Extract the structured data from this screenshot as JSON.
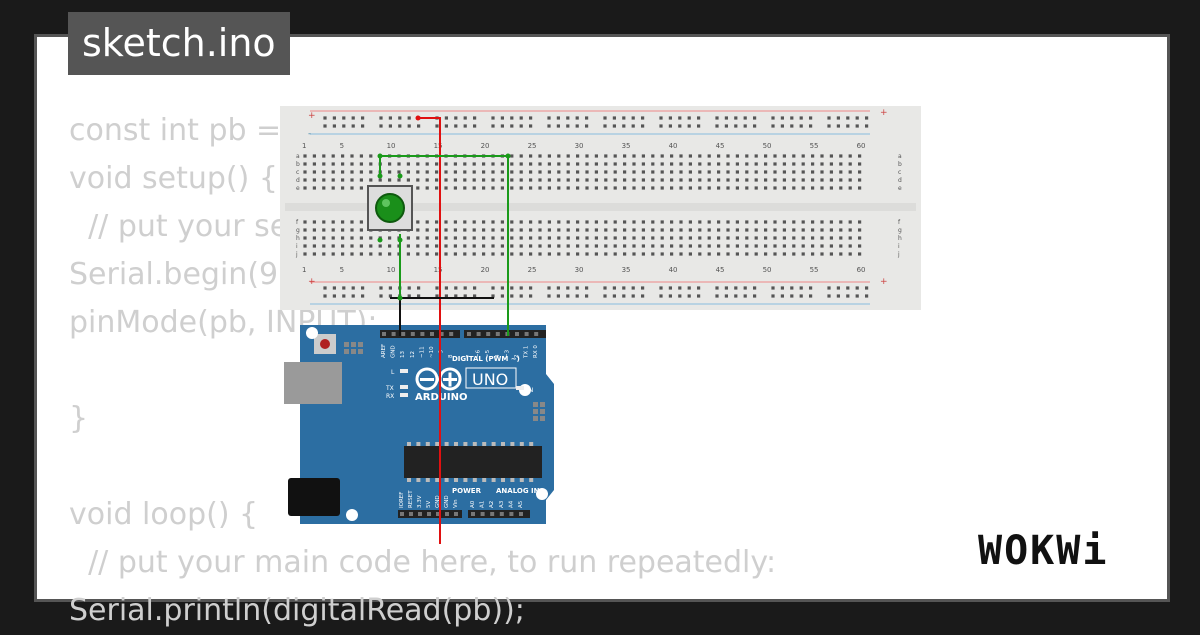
{
  "tab": {
    "title": "sketch.ino"
  },
  "code": {
    "lines": [
      "const int pb =3",
      "void setup() {",
      "  // put your se",
      "Serial.begin(96",
      "pinMode(pb, INPUT);",
      "",
      "}",
      "",
      "void loop() {",
      "  // put your main code here, to run repeatedly:",
      "Serial.println(digitalRead(pb));"
    ]
  },
  "breadboard": {
    "column_numbers": [
      "1",
      "5",
      "10",
      "15",
      "20",
      "25",
      "30",
      "35",
      "40",
      "45",
      "50",
      "55",
      "60"
    ],
    "rows_top": [
      "a",
      "b",
      "c",
      "d",
      "e"
    ],
    "rows_bottom": [
      "f",
      "g",
      "h",
      "i",
      "j"
    ],
    "rail_plus": "+",
    "rail_minus": "-"
  },
  "arduino": {
    "brand": "ARDUINO",
    "model": "UNO",
    "digital_label": "DIGITAL (PWM ~)",
    "power_label": "POWER",
    "analog_label": "ANALOG IN",
    "on_label": "ON",
    "l_label": "L",
    "tx_label": "TX",
    "rx_label": "RX",
    "top_pins": [
      "AREF",
      "GND",
      "13",
      "12",
      "~11",
      "~10",
      "~9",
      "8",
      "7",
      "~6",
      "~5",
      "4",
      "~3",
      "2",
      "TX 1",
      "RX 0"
    ],
    "bottom_pins": [
      "IOREF",
      "RESET",
      "3.3V",
      "5V",
      "GND",
      "GND",
      "Vin",
      "A0",
      "A1",
      "A2",
      "A3",
      "A4",
      "A5"
    ]
  },
  "logo": {
    "text": "WOKWi"
  },
  "colors": {
    "background": "#1a1a1a",
    "panel": "#ffffff",
    "code_text": "#cfcfcf",
    "tab_bg": "#555555",
    "board_blue": "#2c6ea2",
    "wire_red": "#e01010",
    "wire_green": "#1a9a1a",
    "wire_black": "#111111",
    "button_green": "#1a8f1a"
  }
}
